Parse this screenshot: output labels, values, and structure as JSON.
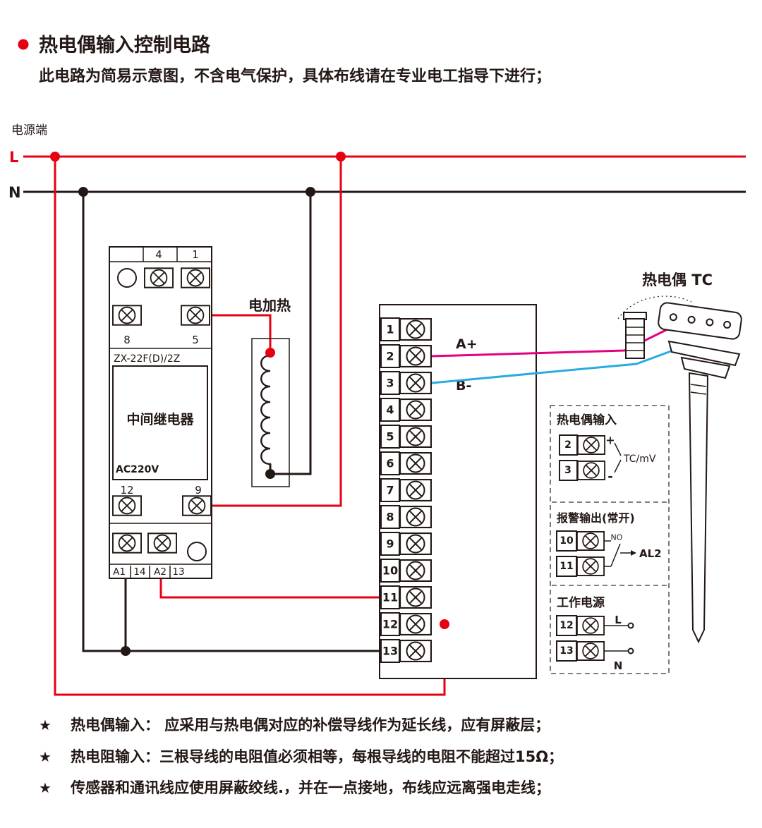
{
  "header": {
    "title": "热电偶输入控制电路",
    "subtitle": "此电路为简易示意图，不含电气保护，具体布线请在专业电工指导下进行；"
  },
  "power": {
    "label": "电源端",
    "l": "L",
    "n": "N"
  },
  "relay": {
    "model": "ZX-22F(D)/2Z",
    "name": "中间继电器",
    "voltage": "AC220V",
    "t4": "4",
    "t1": "1",
    "t8": "8",
    "t5": "5",
    "t12": "12",
    "t9": "9",
    "a1": "A1",
    "t14": "14",
    "a2": "A2",
    "t13": "13"
  },
  "heater": {
    "label": "电加热"
  },
  "instrument": {
    "terminals": [
      "1",
      "2",
      "3",
      "4",
      "5",
      "6",
      "7",
      "8",
      "9",
      "10",
      "11",
      "12",
      "13"
    ],
    "a_plus": "A+",
    "b_minus": "B-"
  },
  "thermocouple": {
    "label": "热电偶 TC"
  },
  "panel": {
    "tc": {
      "title": "热电偶输入",
      "t2": "2",
      "t3": "3",
      "plus": "+",
      "minus": "-",
      "signal": "TC/mV"
    },
    "alarm": {
      "title": "报警输出(常开)",
      "t10": "10",
      "t11": "11",
      "no": "NO",
      "al2": "AL2"
    },
    "supply": {
      "title": "工作电源",
      "t12": "12",
      "t13": "13",
      "l": "L",
      "n": "N"
    }
  },
  "notes": [
    {
      "star": "★",
      "text": "热电偶输入： 应采用与热电偶对应的补偿导线作为延长线，应有屏蔽层；"
    },
    {
      "star": "★",
      "text": "热电阻输入：三根导线的电阻值必须相等，每根导线的电阻不能超过15Ω；"
    },
    {
      "star": "★",
      "text": "传感器和通讯线应使用屏蔽绞线.，并在一点接地，布线应远离强电走线；"
    }
  ],
  "colors": {
    "red": "#e60012",
    "pink": "#e4007f",
    "blue": "#29abe2",
    "black": "#231815"
  }
}
